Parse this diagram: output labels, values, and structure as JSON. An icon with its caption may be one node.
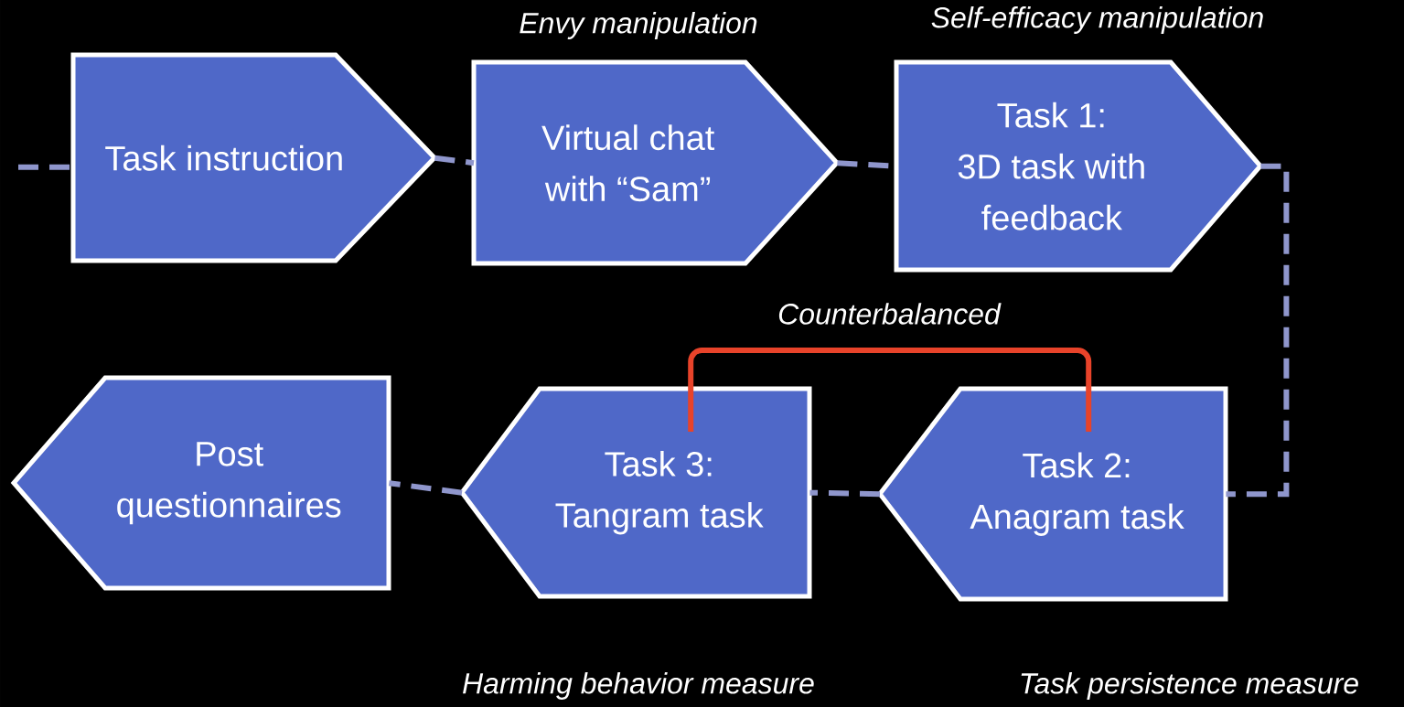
{
  "diagram": {
    "nodes": [
      {
        "text": [
          "Task instruction"
        ]
      },
      {
        "text": [
          "Virtual chat with “Sam”"
        ],
        "beside": [
          "Envy manipulation"
        ]
      },
      {
        "text": [
          "Task 1:",
          "3D task with feedback"
        ],
        "beside": [
          "Self-efficacy manipulation"
        ]
      },
      {
        "text": [
          "Task 2:",
          "Anagram task"
        ],
        "beside": [
          "Task persistence measure"
        ]
      },
      {
        "text": [
          "Task 3:",
          "Tangram task"
        ],
        "beside": [
          "Harming behavior measure"
        ]
      },
      {
        "text": [
          "Post questionnaires"
        ]
      }
    ],
    "edges": [
      {
        "from": null,
        "to": 0,
        "arrow": "none",
        "style": "dashed"
      },
      {
        "from": 0,
        "to": 1,
        "arrow": "none",
        "style": "dashed"
      },
      {
        "from": 1,
        "to": 2,
        "arrow": "none",
        "style": "dashed"
      },
      {
        "from": 2,
        "to": 3,
        "arrow": "none",
        "style": "dashed"
      },
      {
        "from": 3,
        "to": 4,
        "arrow": "none",
        "style": "dashed"
      },
      {
        "from": 4,
        "to": 5,
        "arrow": "none",
        "style": "dashed"
      },
      {
        "from": 4,
        "to": 3,
        "arrow": "none",
        "color": "#e8432a",
        "label": "Counterbalanced"
      }
    ]
  }
}
